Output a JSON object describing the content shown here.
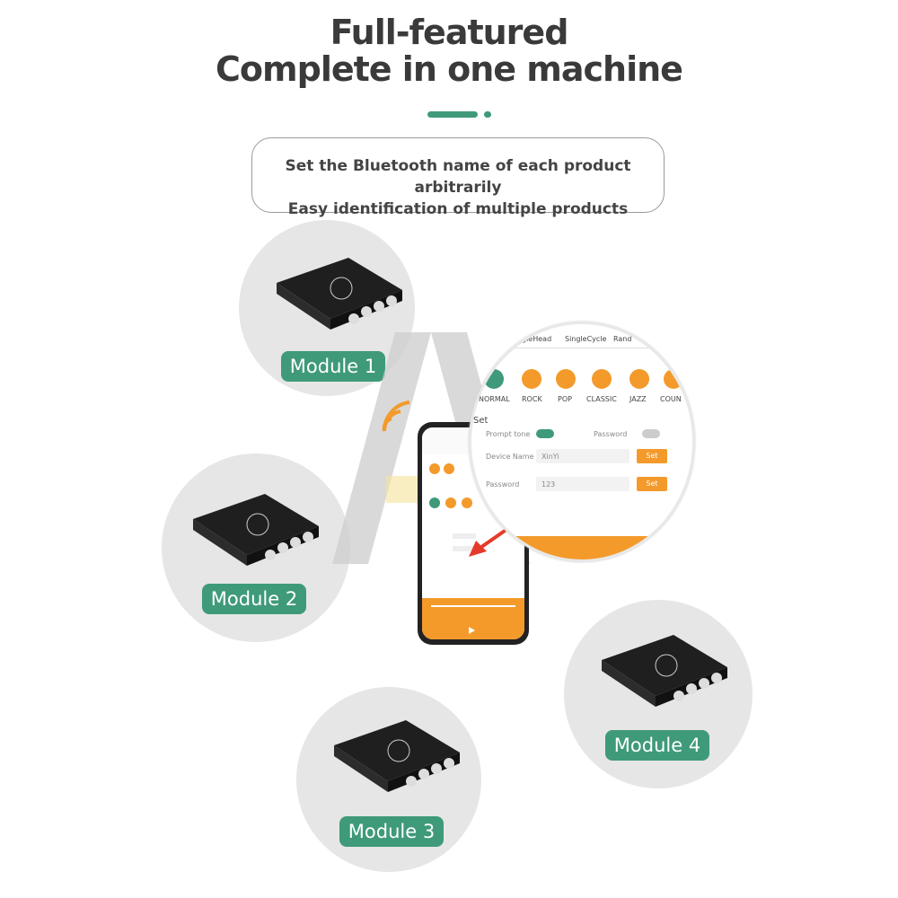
{
  "header": {
    "title_line1": "Full-featured",
    "title_line2": "Complete in one machine"
  },
  "colors": {
    "accent_green": "#3f9a7a",
    "accent_orange": "#f39a2b",
    "circle_gray": "#e6e6e6",
    "arrow_red": "#e53a2a"
  },
  "subtitle": {
    "line1": "Set the Bluetooth name of each product arbitrarily",
    "line2": "Easy identification of multiple products"
  },
  "modules": [
    {
      "label": "Module 1"
    },
    {
      "label": "Module 2"
    },
    {
      "label": "Module 3"
    },
    {
      "label": "Module 4"
    }
  ],
  "app_zoom": {
    "modes": [
      "gleHead",
      "SingleCycle",
      "Rand"
    ],
    "eq": [
      "NORMAL",
      "ROCK",
      "POP",
      "CLASSIC",
      "JAZZ",
      "COUN"
    ],
    "set_heading": "Set",
    "prompt_tone_label": "Prompt tone",
    "password_toggle_label": "Password",
    "device_name_label": "Device Name",
    "device_name_value": "XinYi",
    "password_label": "Password",
    "password_value": "123",
    "set_button": "Set"
  },
  "icons": [
    "wifi-signal-icon",
    "red-arrow-icon"
  ]
}
